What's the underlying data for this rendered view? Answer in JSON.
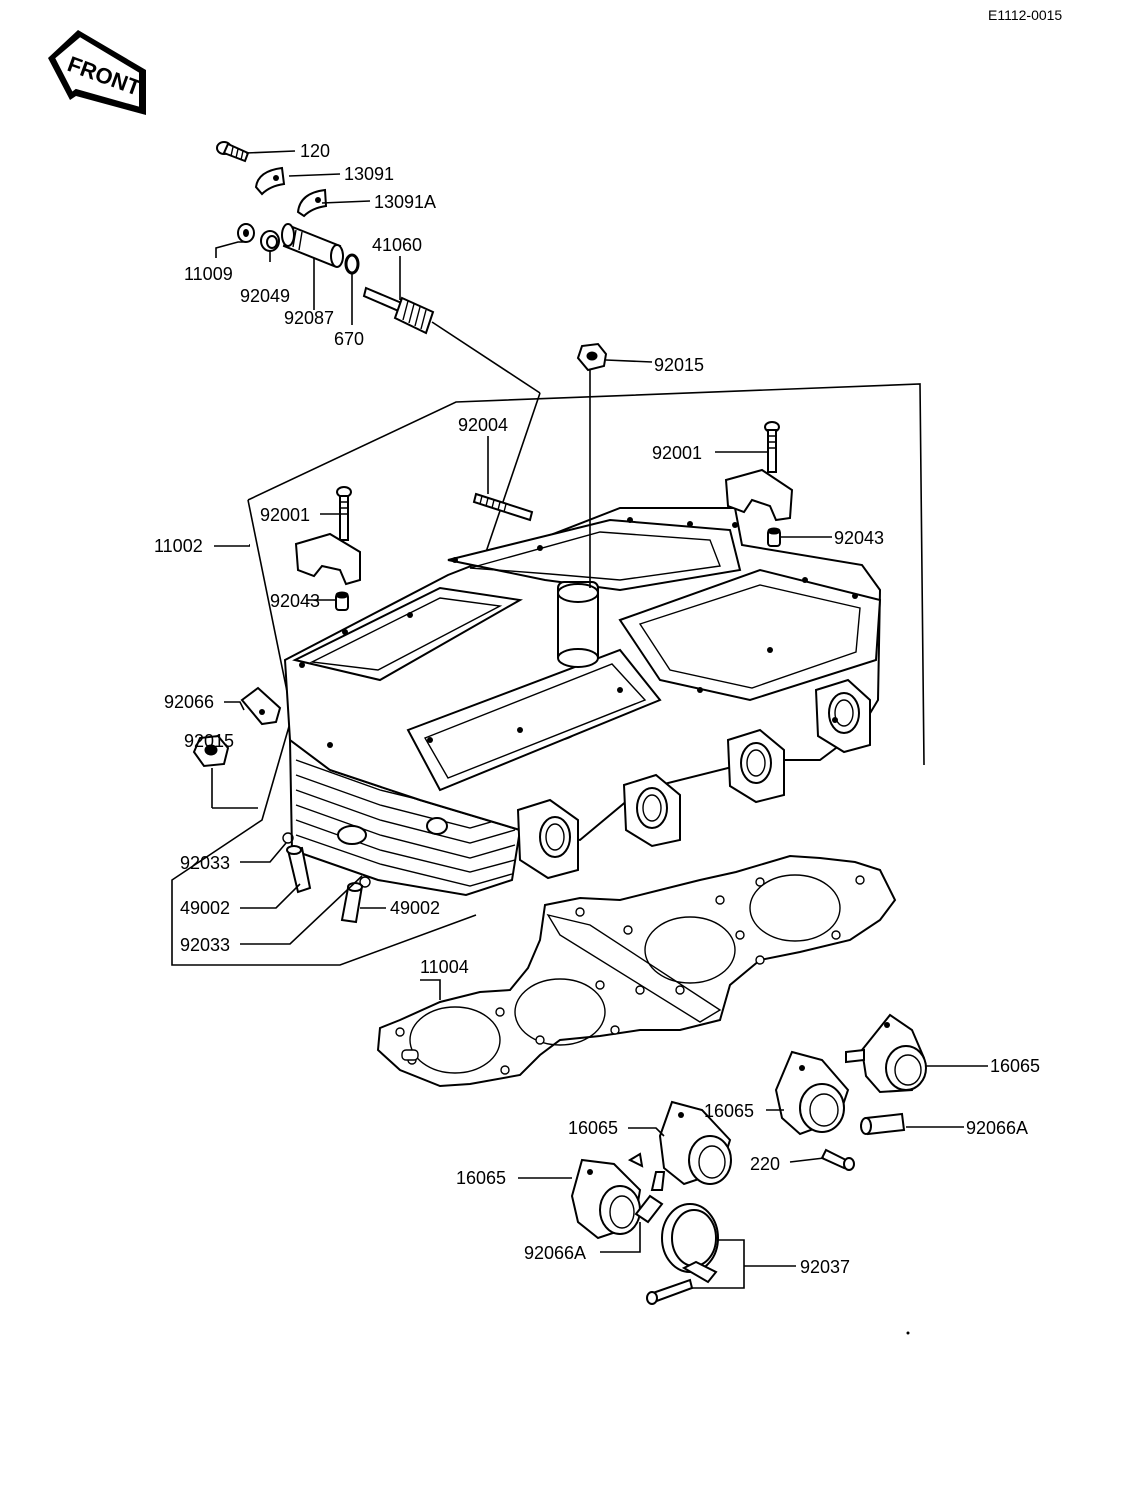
{
  "diagram_code": "E1112-0015",
  "front_label": "FRONT",
  "labels": {
    "l120": "120",
    "l13091": "13091",
    "l13091A": "13091A",
    "l11009": "11009",
    "l92049": "92049",
    "l92087": "92087",
    "l670": "670",
    "l41060": "41060",
    "l92015_top": "92015",
    "l92004": "92004",
    "l92001_right": "92001",
    "l92043_right": "92043",
    "l11002": "11002",
    "l92001_left": "92001",
    "l92043_left": "92043",
    "l92066": "92066",
    "l92015_left": "92015",
    "l92033_a": "92033",
    "l49002_a": "49002",
    "l49002_b": "49002",
    "l92033_b": "92033",
    "l11004": "11004",
    "l16065_a": "16065",
    "l16065_b": "16065",
    "l16065_c": "16065",
    "l16065_d": "16065",
    "l92066A_a": "92066A",
    "l92066A_b": "92066A",
    "l220": "220",
    "l92037": "92037"
  }
}
